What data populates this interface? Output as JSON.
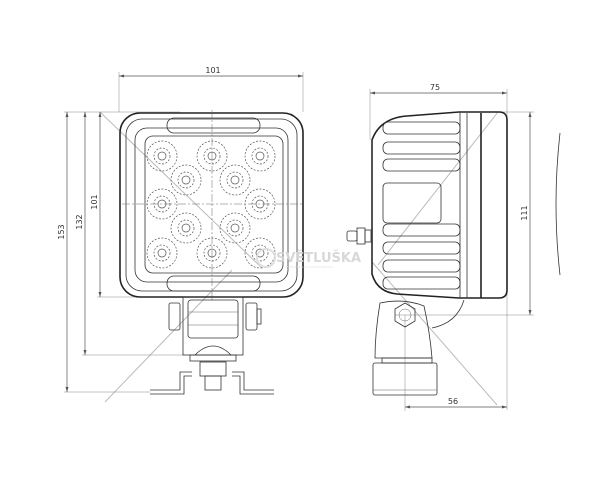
{
  "drawing": {
    "front_view": {
      "dim_width": "101",
      "dim_height_total": "153",
      "dim_height_with_bracket": "132",
      "dim_height_housing": "101"
    },
    "side_view": {
      "dim_depth": "75",
      "dim_height": "111",
      "dim_mount_offset": "56"
    },
    "watermark": {
      "brand": "SVĚTLUŠKA",
      "tagline": "VAŠE SVĚTLA A NÁHRADNÍ DÍLY"
    }
  }
}
